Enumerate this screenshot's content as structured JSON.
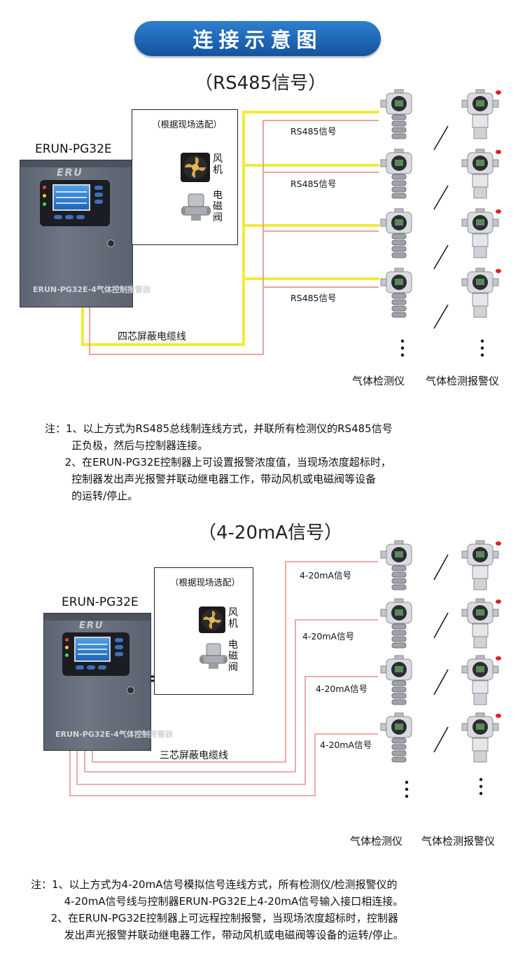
{
  "banner": {
    "title": "连接示意图"
  },
  "rs485": {
    "title": "（RS485信号）",
    "controller_model": "ERUN-PG32E",
    "optional_box_title": "（根据现场选配）",
    "fan_label": "风机",
    "valve_label": "电磁阀",
    "signal_labels": [
      "RS485信号",
      "RS485信号",
      "RS485信号"
    ],
    "cable_label": "四芯屏蔽电缆线",
    "detector_caption": "气体检测仪",
    "alarm_caption": "气体检测报警仪",
    "panel_logo": "ERU",
    "panel_plate": "ERUN-PG32E-4气体控制报警器",
    "notes": [
      "注：1、以上方式为RS485总线制连线方式，并联所有检测仪的RS485信号",
      "        正负极，然后与控制器连接。",
      "      2、在ERUN-PG32E控制器上可设置报警浓度值，当现场浓度超标时，",
      "        控制器发出声光报警并联动继电器工作，带动风机或电磁阀等设备",
      "        的运转/停止。"
    ]
  },
  "ma": {
    "title": "（4-20mA信号）",
    "controller_model": "ERUN-PG32E",
    "optional_box_title": "（根据现场选配）",
    "fan_label": "风机",
    "valve_label": "电磁阀",
    "signal_labels": [
      "4-20mA信号",
      "4-20mA信号",
      "4-20mA信号",
      "4-20mA信号"
    ],
    "cable_label": "三芯屏蔽电缆线",
    "detector_caption": "气体检测仪",
    "alarm_caption": "气体检测报警仪",
    "panel_logo": "ERU",
    "panel_plate": "ERUN-PG32E-4气体控制报警器",
    "notes": [
      "注：1、以上方式为4-20mA信号模拟信号连线方式，所有检测仪/检测报警仪的",
      "          4-20mA信号线与控制器ERUN-PG32E上4-20mA信号输入接口相连接。",
      "      2、在ERUN-PG32E控制器上可远程控制报警，当现场浓度超标时，控制器",
      "          发出声光报警并联动继电器工作，带动风机或电磁阀等设备的运转/停止。"
    ]
  },
  "colors": {
    "banner_top": "#2f7fd0",
    "banner_bottom": "#14539e",
    "cable_yellow": "#f2ea3a",
    "cable_red": "#e8a2a2",
    "cable_black": "#111111",
    "panel_gray": "#666d79",
    "screen_blue": "#3a8be0",
    "alarm_red": "#e02020"
  },
  "icons": [
    "fan-icon",
    "solenoid-valve-icon",
    "gas-detector-icon",
    "gas-alarm-icon",
    "vertical-ellipsis-icon",
    "slash-separator-icon"
  ]
}
